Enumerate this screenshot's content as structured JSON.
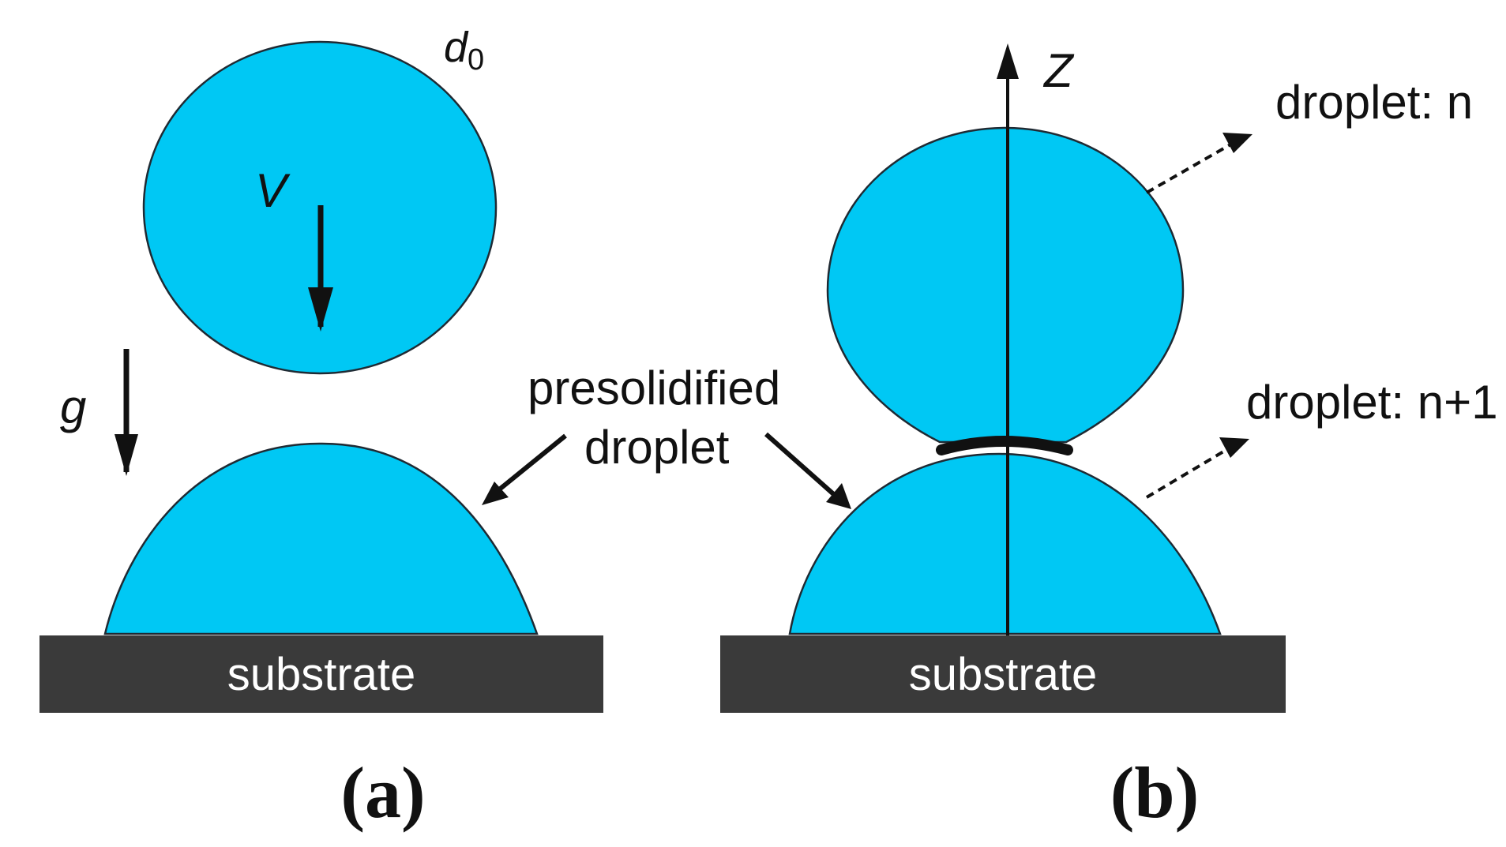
{
  "colors": {
    "droplet_fill": "#00C8F4",
    "droplet_outline": "#1f2a33",
    "substrate_fill": "#3a3a3a",
    "substrate_text": "#ffffff",
    "text": "#111111"
  },
  "panel_a": {
    "d0_main": "d",
    "d0_sub": "0",
    "velocity": "V",
    "gravity": "g",
    "presolidified_line1": "presolidified",
    "presolidified_line2": "droplet",
    "substrate": "substrate",
    "panel_label": "(a)"
  },
  "panel_b": {
    "axis": "Z",
    "droplet_n": "droplet: n",
    "droplet_n1": "droplet: n+1",
    "substrate": "substrate",
    "panel_label": "(b)"
  }
}
